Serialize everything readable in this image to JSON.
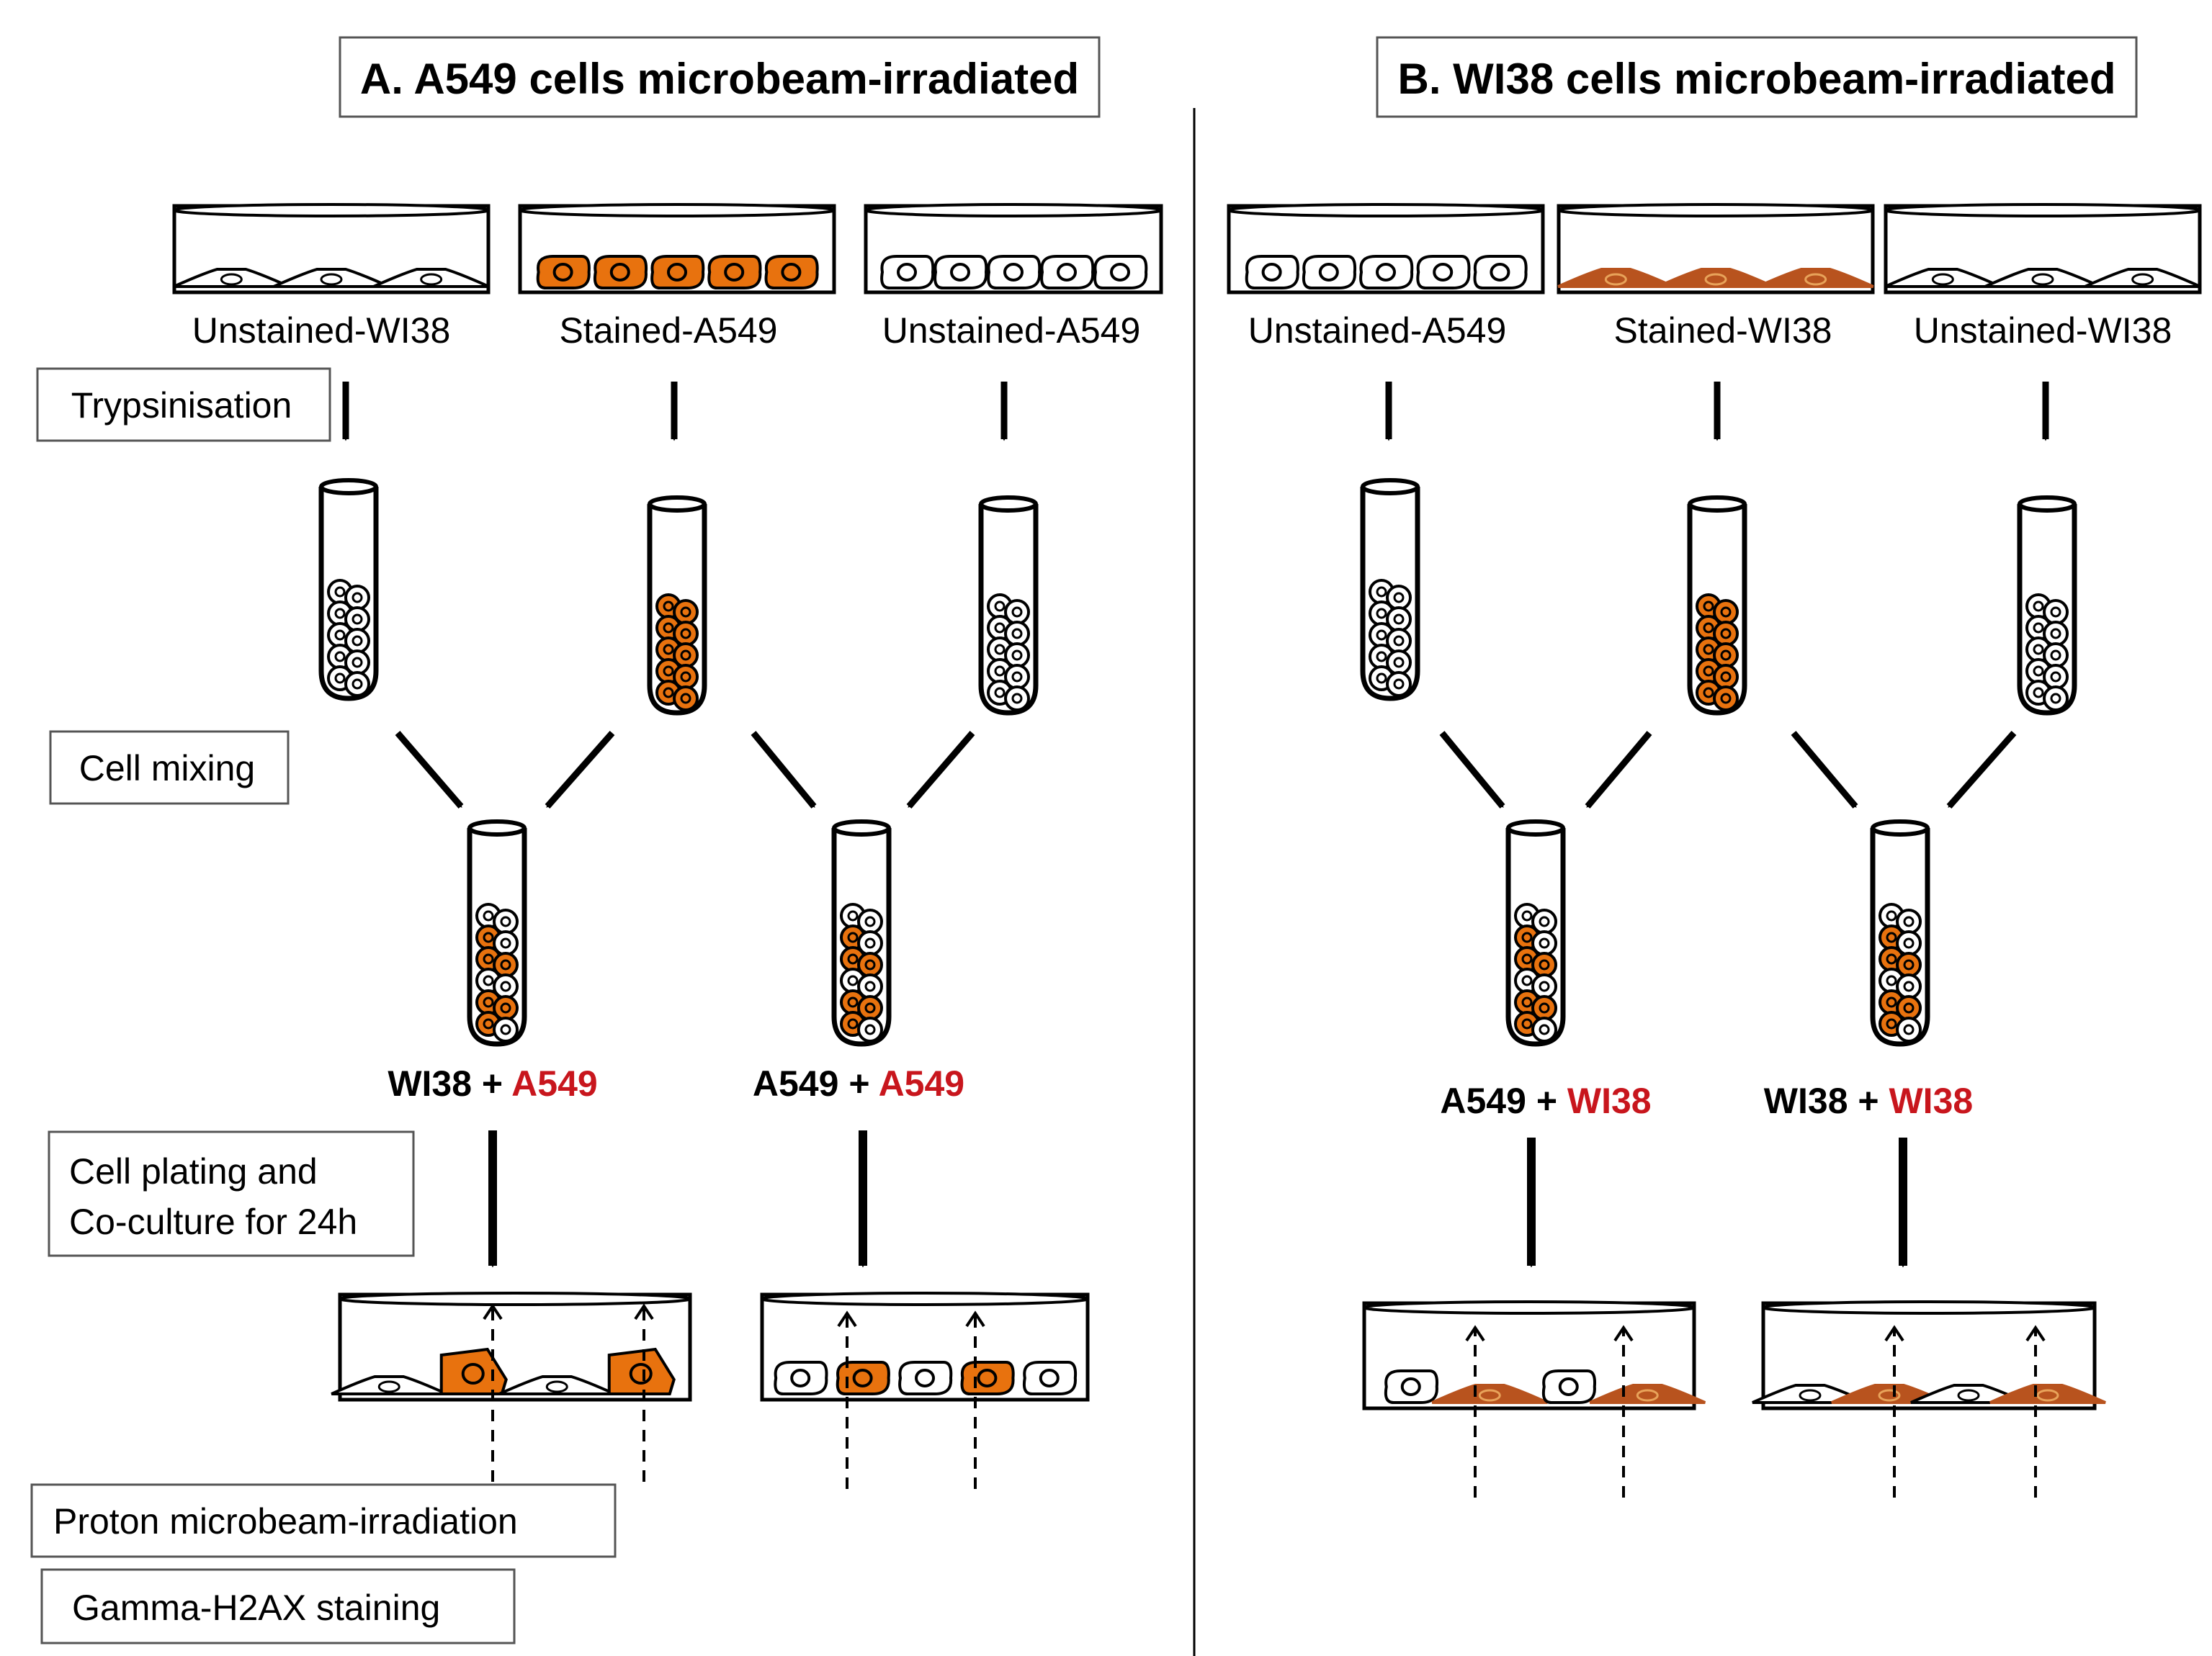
{
  "panel_a": {
    "title": "A. A549 cells microbeam-irradiated",
    "dishes": [
      {
        "label": "Unstained-WI38",
        "cells": "flat-unstained"
      },
      {
        "label": "Stained-A549",
        "cells": "round-stained"
      },
      {
        "label": "Unstained-A549",
        "cells": "round-unstained"
      }
    ],
    "mixes": [
      {
        "left": "WI38",
        "plus": " + ",
        "right": "A549"
      },
      {
        "left": "A549",
        "plus": " + ",
        "right": "A549"
      }
    ]
  },
  "panel_b": {
    "title": "B. WI38 cells microbeam-irradiated",
    "dishes": [
      {
        "label": "Unstained-A549",
        "cells": "round-unstained"
      },
      {
        "label": "Stained-WI38",
        "cells": "flat-stained"
      },
      {
        "label": "Unstained-WI38",
        "cells": "flat-unstained"
      }
    ],
    "mixes": [
      {
        "left": "A549",
        "plus": " + ",
        "right": "WI38"
      },
      {
        "left": "WI38",
        "plus": " + ",
        "right": "WI38"
      }
    ]
  },
  "steps": {
    "trypsinisation": "Trypsinisation",
    "cell_mixing": "Cell mixing",
    "plating_line1": "Cell plating and",
    "plating_line2": "Co-culture for 24h",
    "irradiation": "Proton microbeam-irradiation",
    "staining": "Gamma-H2AX staining"
  },
  "colors": {
    "stain": "#E8720E",
    "stain_flat": "#B8531E",
    "highlight_text": "#C8161D",
    "line": "#000000",
    "box_border": "#555555"
  }
}
